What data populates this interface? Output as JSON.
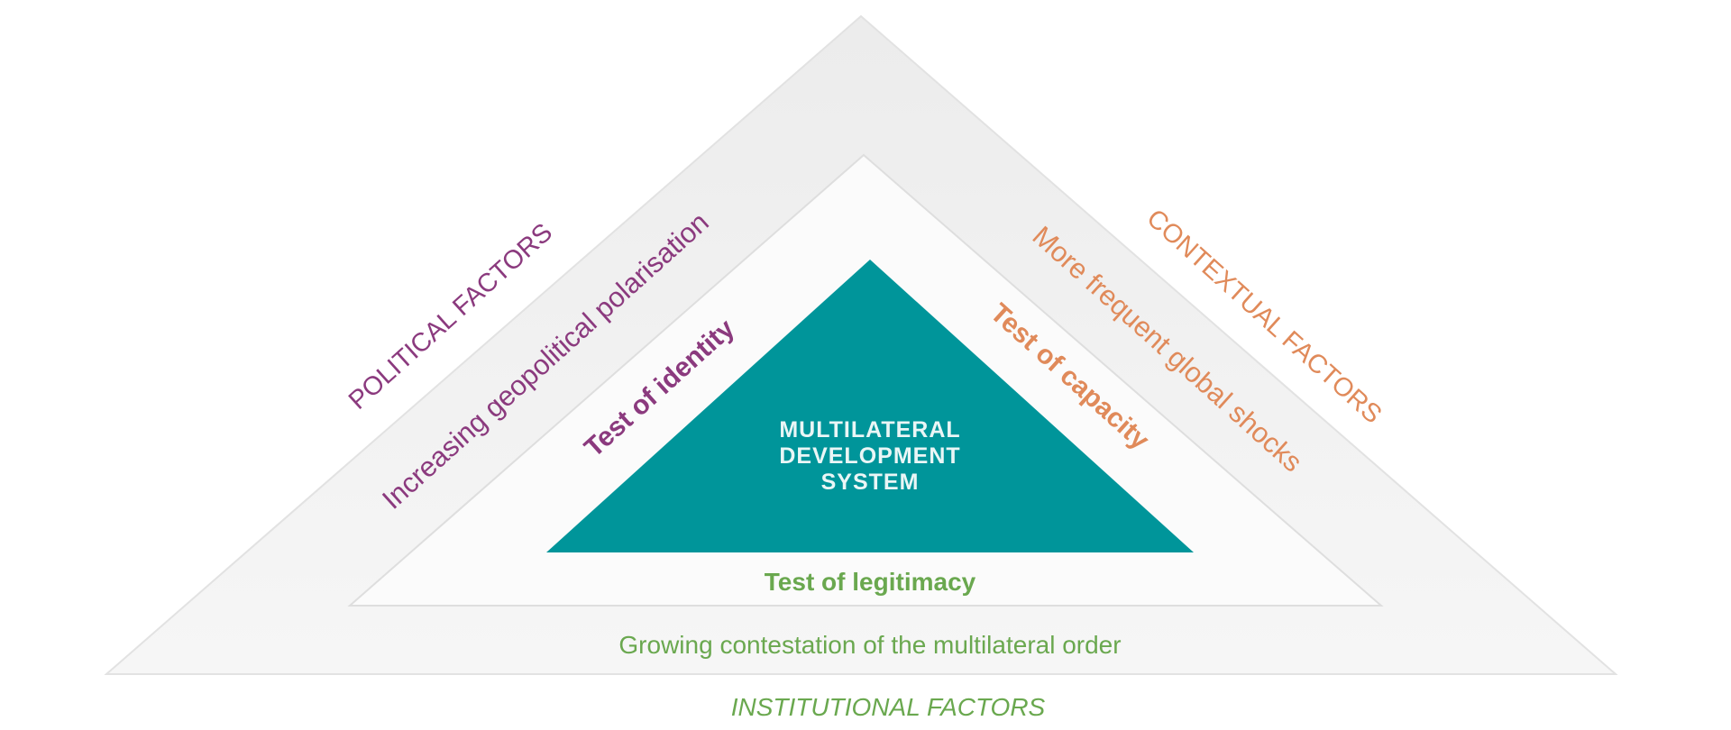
{
  "diagram": {
    "center": {
      "lines": [
        "MULTILATERAL",
        "DEVELOPMENT",
        "SYSTEM"
      ]
    },
    "inner_labels": {
      "left": "Test of identity",
      "right": "Test of capacity",
      "bottom": "Test of legitimacy"
    },
    "middle_labels": {
      "left": "Increasing geopolitical polarisation",
      "right": "More frequent global shocks",
      "bottom": "Growing contestation of the multilateral order"
    },
    "outer_labels": {
      "left": "POLITICAL FACTORS",
      "right": "CONTEXTUAL FACTORS",
      "bottom": "INSTITUTIONAL FACTORS"
    },
    "colors": {
      "center_fill": "#00959a",
      "political": "#8b3a7e",
      "contextual": "#e08a5a",
      "institutional": "#6aa84f",
      "outer_fill": "#f2f2f2",
      "middle_fill": "#fafafa"
    }
  }
}
